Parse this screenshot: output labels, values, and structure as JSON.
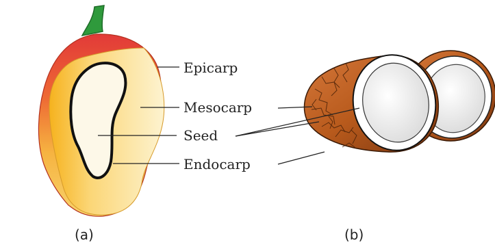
{
  "labels": {
    "epicarp": "Epicarp",
    "mesocarp": "Mesocarp",
    "seed": "Seed",
    "endocarp": "Endocarp"
  },
  "captions": {
    "a": "(a)",
    "b": "(b)"
  },
  "colors": {
    "skin_red": "#e23a38",
    "skin_orange": "#f0822e",
    "skin_yellow": "#f7c640",
    "mesocarp_light": "#fdf0c4",
    "mesocarp_mid": "#fbd676",
    "mesocarp_deep": "#f6b21e",
    "stem_green": "#2f9a3c",
    "husk_brown": "#b85a1c",
    "husk_dark": "#5a2a0a",
    "shell_white": "#f4f4f4",
    "outline": "#222222"
  },
  "icons": [
    "mango-cross-section",
    "coconut-halves"
  ]
}
